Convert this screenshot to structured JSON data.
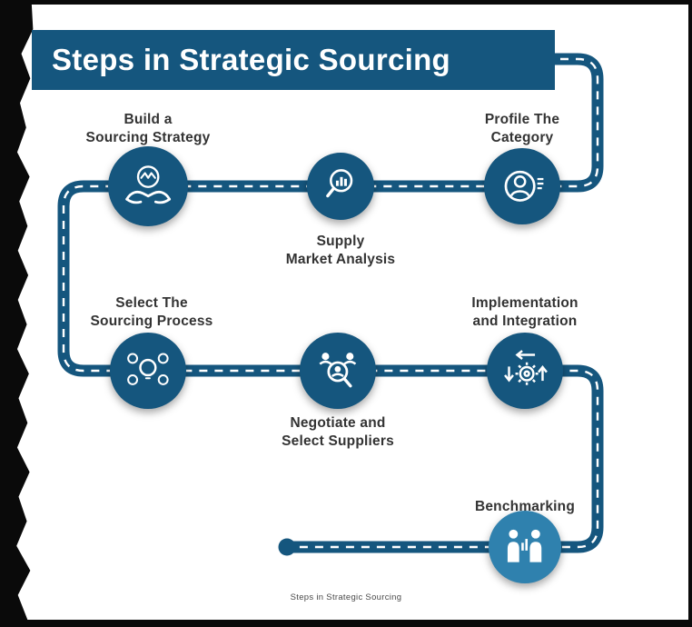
{
  "title": "Steps in Strategic Sourcing",
  "footer_caption": "Steps in Strategic Sourcing",
  "colors": {
    "primary_blue": "#15567e",
    "benchmark_circle_blue": "#2f81ae",
    "label_text": "#333333",
    "path_dash": "#ffffff"
  },
  "steps": [
    {
      "label": "Profile The\nCategory",
      "icon": "profile-person-icon"
    },
    {
      "label": "Supply\nMarket Analysis",
      "icon": "magnifier-chart-icon"
    },
    {
      "label": "Build a\nSourcing Strategy",
      "icon": "hands-holding-bulb-icon"
    },
    {
      "label": "Select The\nSourcing Process",
      "icon": "idea-process-icon"
    },
    {
      "label": "Negotiate and\nSelect Suppliers",
      "icon": "people-search-icon"
    },
    {
      "label": "Implementation\nand Integration",
      "icon": "gear-arrows-icon"
    },
    {
      "label": "Benchmarking",
      "icon": "people-chart-icon"
    }
  ]
}
